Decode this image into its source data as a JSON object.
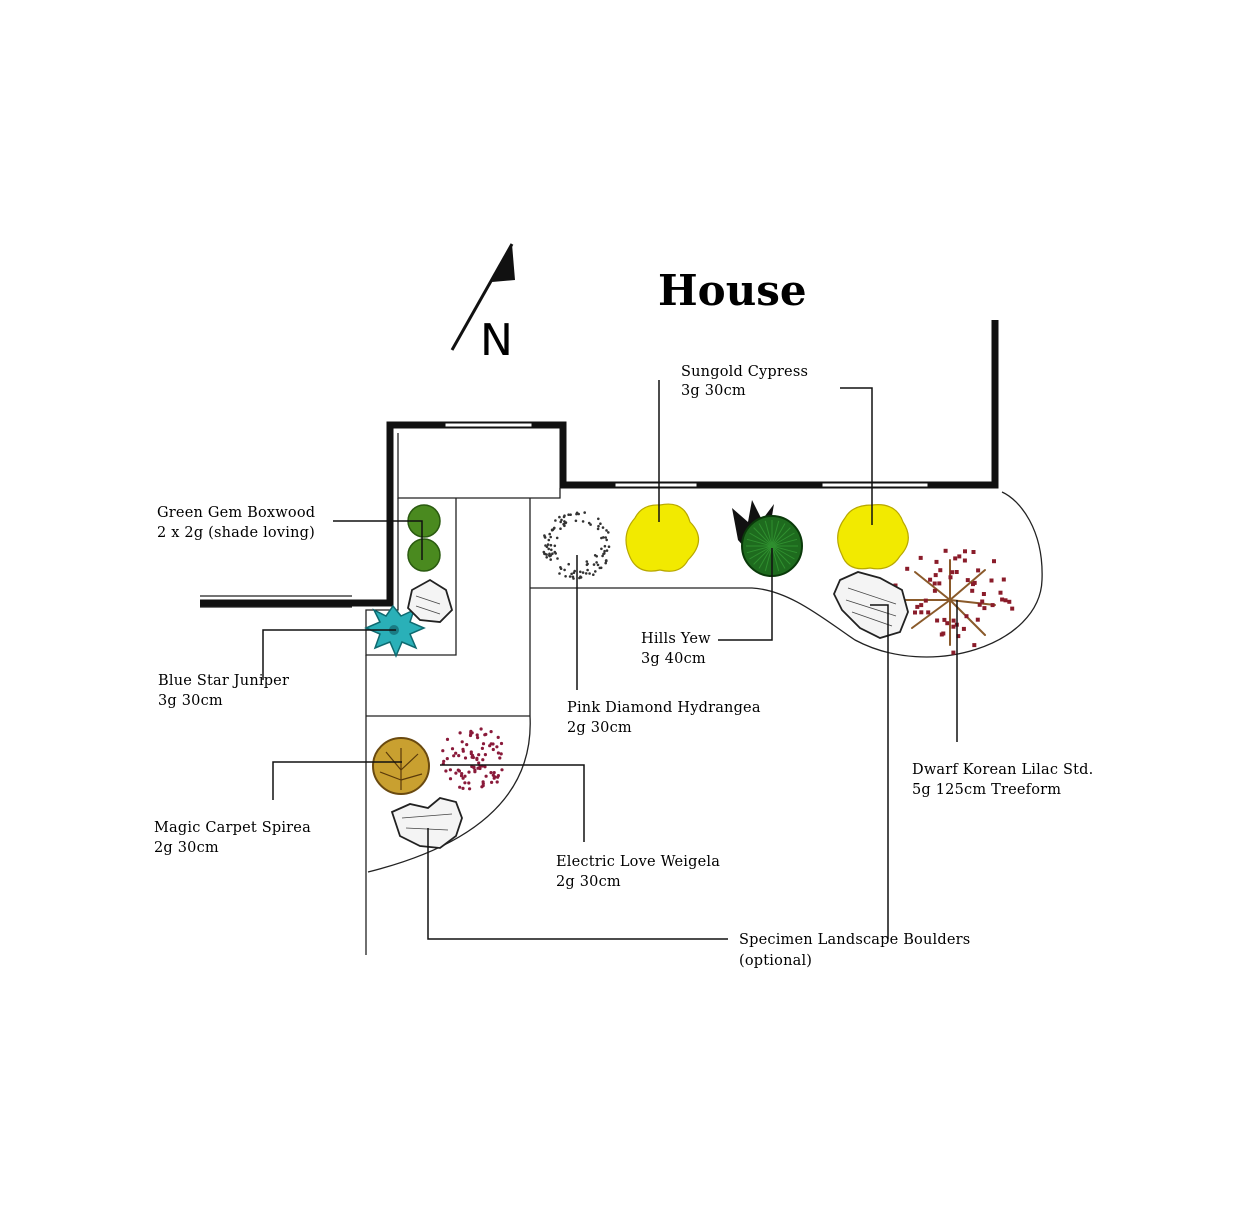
{
  "title": "House",
  "north_label": "N",
  "colors": {
    "wall": "#111111",
    "outline": "#222222",
    "cypress": "#f2ea00",
    "yew": "#1e6b1e",
    "boxwood": "#4a8a1f",
    "juniper": "#2ab0b8",
    "spirea": "#c9a030",
    "weigela": "#8a1a3a",
    "lilac_blossom": "#8a1c2a",
    "lilac_trunk": "#8a5a2a"
  },
  "plants": [
    {
      "name": "Green Gem Boxwood",
      "detail": "2 x 2g (shade loving)",
      "icon": "boxwood-icon"
    },
    {
      "name": "Blue Star Juniper",
      "detail": "3g 30cm",
      "icon": "juniper-icon"
    },
    {
      "name": "Magic Carpet Spirea",
      "detail": "2g 30cm",
      "icon": "spirea-icon"
    },
    {
      "name": "Electric Love Weigela",
      "detail": "2g 30cm",
      "icon": "weigela-icon"
    },
    {
      "name": "Pink Diamond Hydrangea",
      "detail": "2g 30cm",
      "icon": "hydrangea-icon"
    },
    {
      "name": "Sungold Cypress",
      "detail": "3g 30cm",
      "icon": "cypress-icon"
    },
    {
      "name": "Hills Yew",
      "detail": "3g 40cm",
      "icon": "yew-icon"
    },
    {
      "name": "Dwarf Korean Lilac Std.",
      "detail": "5g 125cm Treeform",
      "icon": "lilac-tree-icon"
    },
    {
      "name": "Specimen Landscape Boulders",
      "detail": "(optional)",
      "icon": "boulder-icon"
    }
  ]
}
